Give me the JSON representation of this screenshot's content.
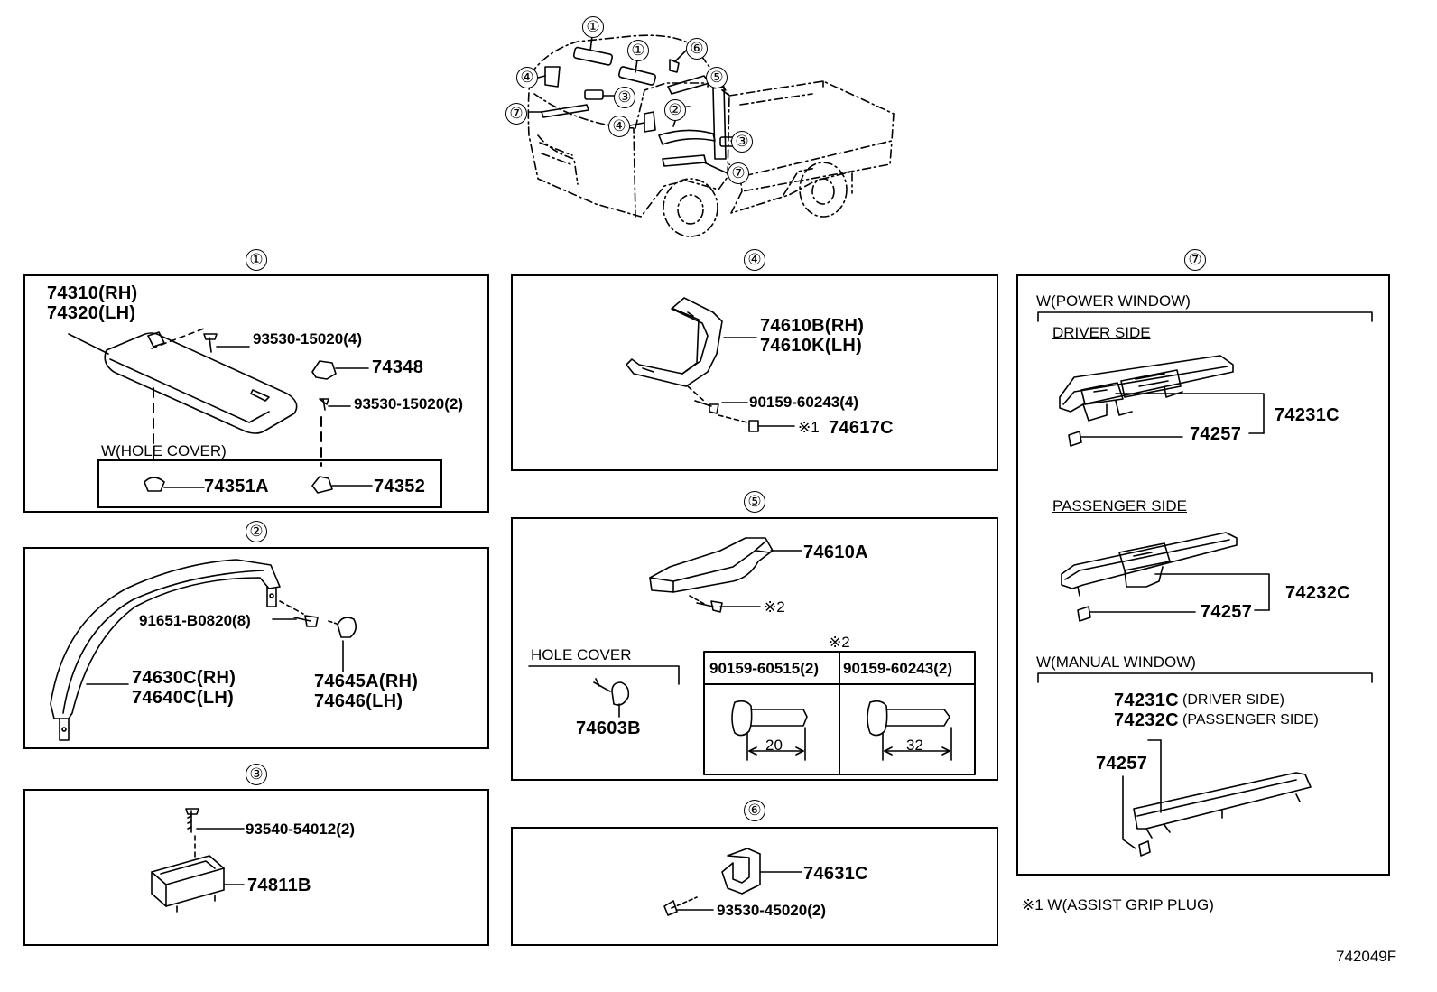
{
  "diagram_id": "742049F",
  "overview": {
    "callouts": [
      "①",
      "①",
      "⑥",
      "④",
      "③",
      "⑤",
      "⑦",
      "④",
      "②",
      "③",
      "⑦"
    ]
  },
  "sections": {
    "s1": {
      "header": "①",
      "sun_visor": {
        "rh": "74310(RH)",
        "lh": "74320(LH)"
      },
      "screw_a": "93530-15020(4)",
      "holder": "74348",
      "screw_b": "93530-15020(2)",
      "hole_cover_title": "W(HOLE COVER)",
      "cover_a": "74351A",
      "cover_b": "74352"
    },
    "s2": {
      "header": "②",
      "screw": "91651-B0820(8)",
      "garnish": {
        "rh": "74630C(RH)",
        "lh": "74640C(LH)"
      },
      "cap": {
        "rh": "74645A(RH)",
        "lh": "74646(LH)"
      }
    },
    "s3": {
      "header": "③",
      "screw": "93540-54012(2)",
      "pocket": "74811B"
    },
    "s4": {
      "header": "④",
      "grip": {
        "rh": "74610B(RH)",
        "lh": "74610K(LH)"
      },
      "screw": "90159-60243(4)",
      "plug_mark": "※1",
      "plug": "74617C"
    },
    "s5": {
      "header": "⑤",
      "grip": "74610A",
      "screw_mark": "※2",
      "hole_cover_title": "HOLE COVER",
      "hole_cover": "74603B",
      "table_mark": "※2",
      "table_cols": [
        "90159-60515(2)",
        "90159-60243(2)"
      ],
      "dims": [
        "20",
        "32"
      ]
    },
    "s6": {
      "header": "⑥",
      "clip": "74631C",
      "screw": "93530-45020(2)"
    },
    "s7": {
      "header": "⑦",
      "power_title": "W(POWER WINDOW)",
      "driver_side": "DRIVER SIDE",
      "driver_panel": "74231C",
      "driver_clip": "74257",
      "passenger_side": "PASSENGER SIDE",
      "passenger_panel": "74232C",
      "passenger_clip": "74257",
      "manual_title": "W(MANUAL WINDOW)",
      "manual_driver": "74231C",
      "manual_driver_note": "(DRIVER SIDE)",
      "manual_passenger": "74232C",
      "manual_passenger_note": "(PASSENGER SIDE)",
      "manual_clip": "74257"
    }
  },
  "footnote": "※1 W(ASSIST GRIP PLUG)"
}
